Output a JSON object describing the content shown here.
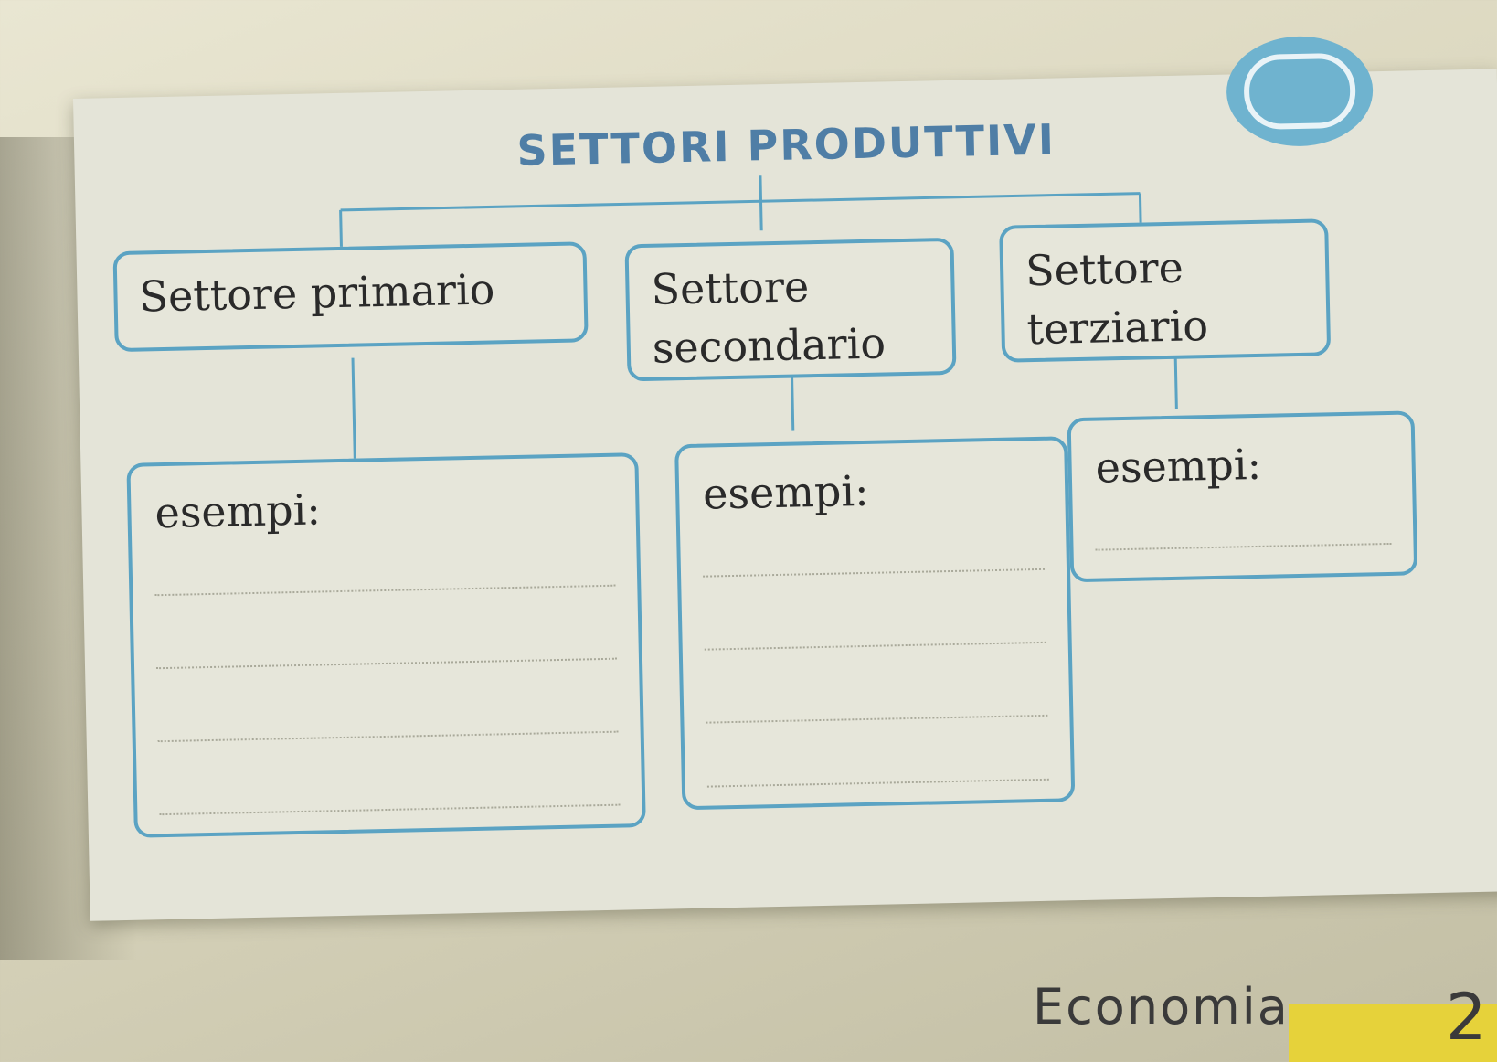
{
  "title": "SETTORI PRODUTTIVI",
  "sectors": [
    {
      "label_line1": "Settore primario",
      "label_line2": ""
    },
    {
      "label_line1": "Settore",
      "label_line2": "secondario"
    },
    {
      "label_line1": "Settore",
      "label_line2": "terziario"
    }
  ],
  "examples": [
    {
      "label": "esempi:"
    },
    {
      "label": "esempi:"
    },
    {
      "label": "esempi:"
    }
  ],
  "footer": {
    "text": "Economia",
    "page": "2"
  },
  "colors": {
    "accent": "#5ba3c3",
    "title": "#4f7ea6",
    "badge": "#6fb3cf",
    "footer_block": "#e6d23a"
  },
  "icons": {
    "badge": "circle-badge-icon"
  }
}
